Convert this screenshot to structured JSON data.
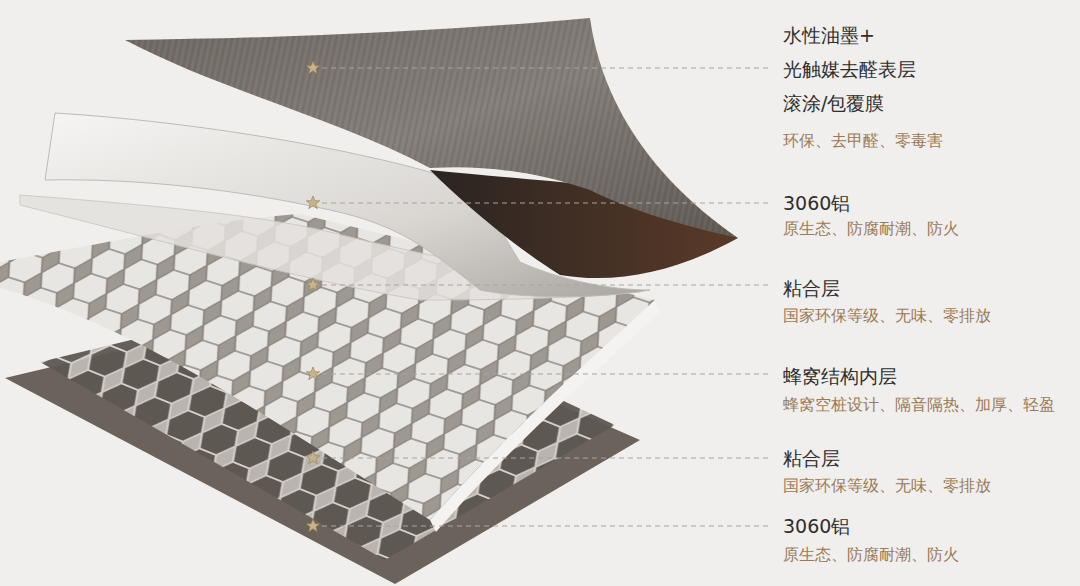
{
  "diagram": {
    "labels": [
      "水性油墨+ 光触媒去醛表层 滚涂/包覆膜",
      "环保、去甲醛、零毒害",
      "3060铝",
      "原生态、防腐耐潮、防火",
      "粘合层",
      "国家环保等级、无味、零排放",
      "蜂窝结构内层",
      "蜂窝空桩设计、隔音隔热、加厚、轻盈",
      "粘合层",
      "国家环保等级、无味、零排放",
      "3060铝",
      "原生态、防腐耐潮、防火"
    ]
  }
}
